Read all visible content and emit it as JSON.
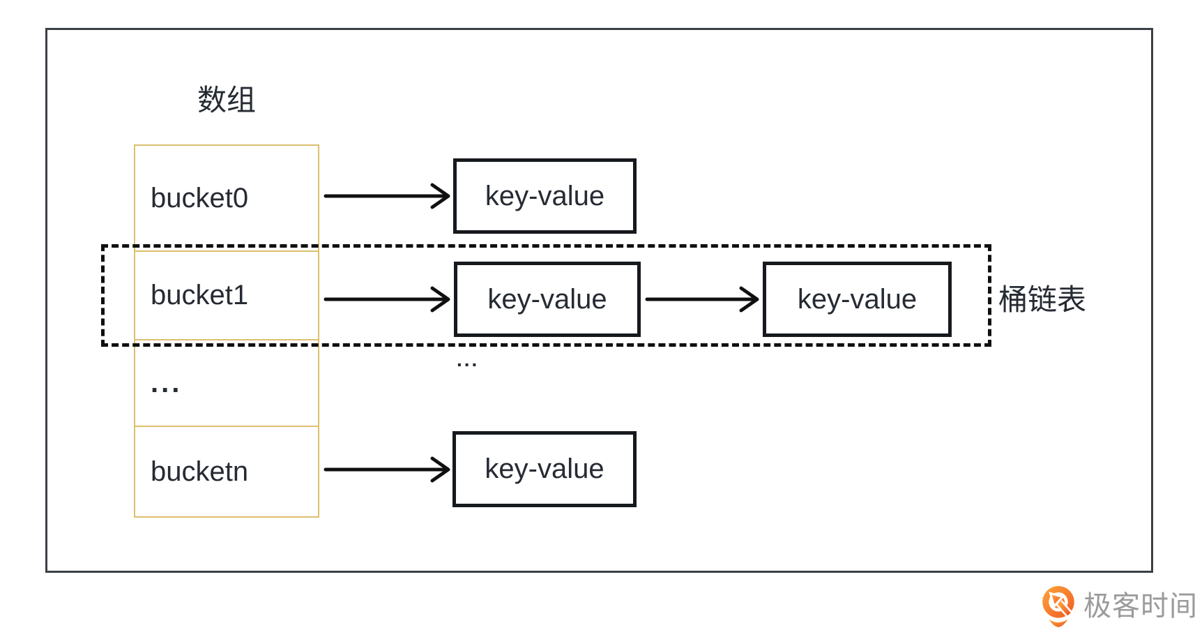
{
  "diagram": {
    "array_title": "数组",
    "buckets": [
      {
        "label": "bucket0"
      },
      {
        "label": "bucket1"
      },
      {
        "label": "..."
      },
      {
        "label": "bucketn"
      }
    ],
    "kv_boxes": [
      {
        "label": "key-value"
      },
      {
        "label": "key-value"
      },
      {
        "label": "key-value"
      },
      {
        "label": "key-value"
      }
    ],
    "mid_ellipsis": "...",
    "chain_label": "桶链表",
    "colors": {
      "array_border": "#ddbf6e",
      "box_border": "#16191e",
      "dashed_border": "#101010",
      "frame_border": "#3b3f46",
      "text": "#262b33"
    }
  },
  "brand": {
    "name": "极客时间",
    "logo_icon": "geektime-q-pin-icon",
    "logo_gradient_start": "#ffa43c",
    "logo_gradient_end": "#ef5a21",
    "text_color": "#9b9b9b"
  }
}
